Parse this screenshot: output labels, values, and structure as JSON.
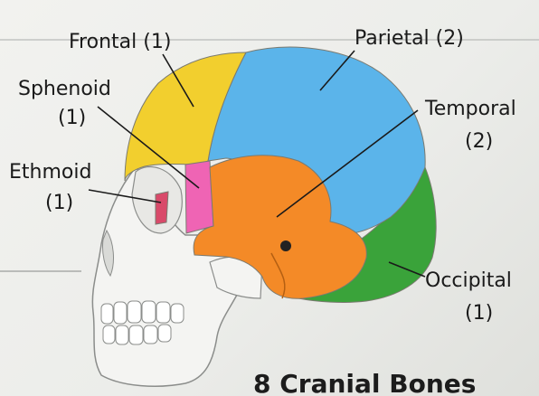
{
  "title": "8 Cranial Bones",
  "bones": [
    {
      "key": "frontal",
      "name": "Frontal",
      "count": "(1)",
      "color": "#f2cf2e"
    },
    {
      "key": "parietal",
      "name": "Parietal",
      "count": "(2)",
      "color": "#5bb4ea"
    },
    {
      "key": "sphenoid",
      "name": "Sphenoid",
      "count": "(1)",
      "color": "#ef64b4"
    },
    {
      "key": "temporal",
      "name": "Temporal",
      "count": "(2)",
      "color": "#f48a27"
    },
    {
      "key": "ethmoid",
      "name": "Ethmoid",
      "count": "(1)",
      "color": "#d94a6a"
    },
    {
      "key": "occipital",
      "name": "Occipital",
      "count": "(1)",
      "color": "#3aa33a"
    }
  ]
}
